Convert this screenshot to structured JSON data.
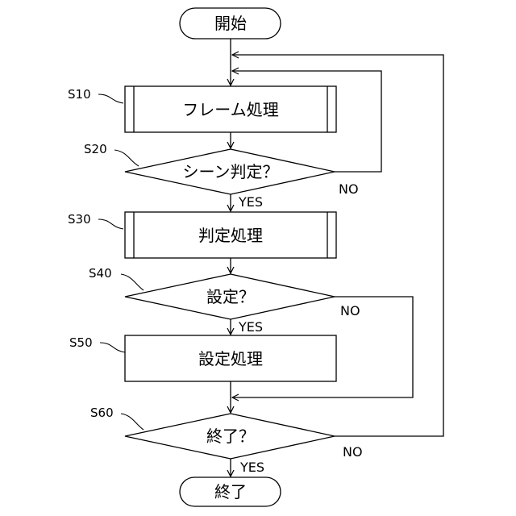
{
  "nodes": {
    "start": "開始",
    "frame_process": "フレーム処理",
    "scene_decision": "シーン判定？",
    "judge_process": "判定処理",
    "setting_decision": "設定？",
    "setting_process": "設定処理",
    "end_decision": "終了？",
    "end": "終了"
  },
  "steps": {
    "s10": "S10",
    "s20": "S20",
    "s30": "S30",
    "s40": "S40",
    "s50": "S50",
    "s60": "S60"
  },
  "branches": {
    "s20_yes": "YES",
    "s20_no": "NO",
    "s40_yes": "YES",
    "s40_no": "NO",
    "s60_yes": "YES",
    "s60_no": "NO"
  }
}
